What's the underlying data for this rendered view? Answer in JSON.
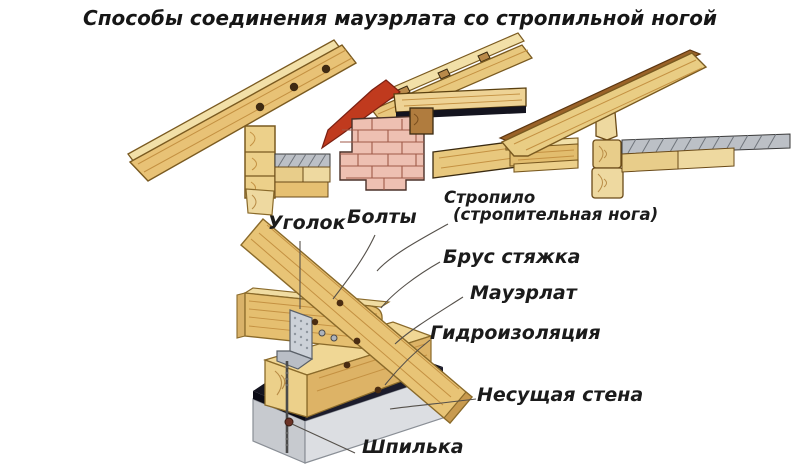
{
  "title": "Способы соединения мауэрлата со стропильной ногой",
  "diagram": {
    "labels": {
      "ugolok": "Уголок",
      "bolty": "Болты",
      "stropilo_line1": "Стропило",
      "stropilo_line2": "(стропительная нога)",
      "brus_styazhka": "Брус стяжка",
      "mauerlat": "Мауэрлат",
      "gidroizolyaciya": "Гидроизоляция",
      "nesushchaya_stena": "Несущая стена",
      "shpilka": "Шпилька"
    },
    "palette": {
      "wood_light": "#f2e0a8",
      "wood_mid": "#e8c276",
      "wood_pale": "#edd28c",
      "wood_edge": "#7a5a20",
      "grain": "#c49142",
      "roof_red": "#c03a1e",
      "brick": "#eec0b2",
      "brick_line": "#a05a48",
      "concrete_light": "#dcdee2",
      "concrete_dark": "#c7cacf",
      "waterproofing": "#14141f",
      "metal": "#ccd1d8",
      "bolt": "#4a2c12",
      "leader": "#55504a"
    }
  }
}
